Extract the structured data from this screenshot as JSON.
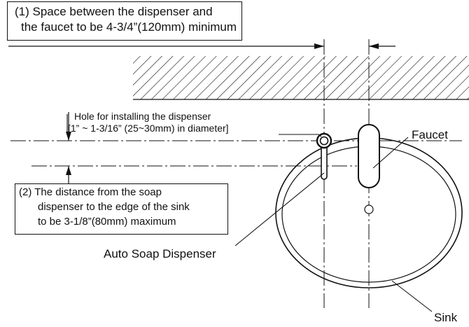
{
  "note1": {
    "line1": "(1) Space between the dispenser and",
    "line2": "the faucet to be 4-3/4”(120mm) minimum"
  },
  "hole": {
    "line1": "Hole for installing the dispenser",
    "line2": "[1” ~ 1-3/16” (25~30mm) in diameter]"
  },
  "note2": {
    "line1": "(2) The distance from the soap",
    "line2": "dispenser to the edge of the sink",
    "line3": "to be 3-1/8”(80mm) maximum"
  },
  "labels": {
    "faucet": "Faucet",
    "dispenser": "Auto Soap Dispenser",
    "sink": "Sink"
  },
  "colors": {
    "line": "#111111",
    "background": "#ffffff"
  }
}
